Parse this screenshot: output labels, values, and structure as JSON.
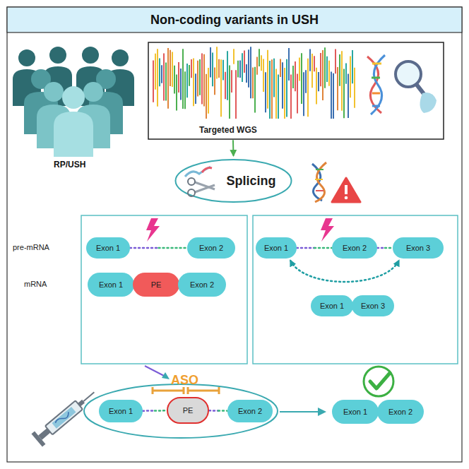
{
  "diagram": {
    "title": "Non-coding variants in USH",
    "nodes": [
      {
        "text": [
          "Targeted WGS"
        ]
      },
      {
        "text": [
          "Splicing"
        ]
      },
      {
        "text": [
          "Exon 1"
        ]
      },
      {
        "text": [
          "Exon 2"
        ]
      },
      {
        "text": [
          "Exon 1"
        ]
      },
      {
        "text": [
          "PE"
        ]
      },
      {
        "text": [
          "Exon 2"
        ]
      },
      {
        "text": [
          "Exon 1"
        ]
      },
      {
        "text": [
          "Exon 2"
        ]
      },
      {
        "text": [
          "Exon 3"
        ]
      },
      {
        "text": [
          "Exon 1"
        ]
      },
      {
        "text": [
          "Exon 3"
        ]
      },
      {
        "text": [
          "Exon 1"
        ]
      },
      {
        "text": [
          "PE"
        ]
      },
      {
        "text": [
          "Exon 2"
        ]
      },
      {
        "text": [
          "Exon 1"
        ]
      },
      {
        "text": [
          "Exon 2"
        ]
      }
    ],
    "edges": [
      {
        "from": 0,
        "to": 1,
        "arrow": "to"
      },
      {
        "from": 2,
        "to": 3,
        "arrow": "none"
      },
      {
        "from": 7,
        "to": 8,
        "arrow": "none"
      },
      {
        "from": 8,
        "to": 9,
        "arrow": "none"
      },
      {
        "from": 7,
        "to": 9,
        "arrow": "both"
      },
      {
        "from": 12,
        "to": 13,
        "arrow": "none"
      },
      {
        "from": 13,
        "to": 14,
        "arrow": "none"
      }
    ],
    "labels": [
      "RP/USH",
      "pre-mRNA",
      "mRNA",
      "ASO"
    ]
  }
}
